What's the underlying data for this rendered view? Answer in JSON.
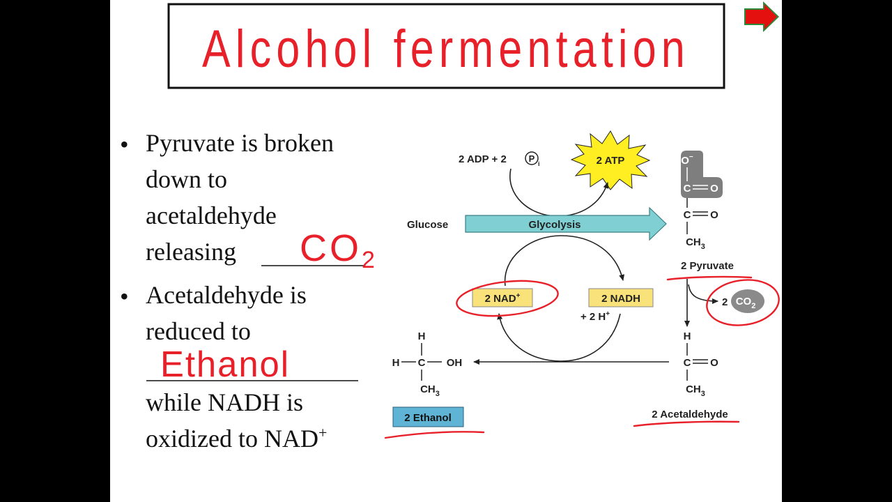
{
  "title": "Alcohol fermentation",
  "bullets": {
    "b1": {
      "l1": "Pyruvate is broken",
      "l2": "down to",
      "l3": "acetaldehyde",
      "l4": "releasing"
    },
    "b2": {
      "l1": "Acetaldehyde is",
      "l2": "reduced to",
      "l3": "while NADH is",
      "l4": "oxidized to NAD",
      "l4_sup": "+"
    }
  },
  "answers": {
    "co2": "CO",
    "co2_sub": "2",
    "ethanol": "Ethanol"
  },
  "diagram": {
    "adp": "2 ADP + 2",
    "pi": "P",
    "pi_sub": "i",
    "atp": "2 ATP",
    "glucose": "Glucose",
    "glycolysis": "Glycolysis",
    "nad": "2 NAD",
    "nad_sup": "+",
    "nadh": "2 NADH",
    "h_plus": "+ 2 H",
    "h_plus_sup": "+",
    "pyruvate": "2 Pyruvate",
    "co2_prefix": "2",
    "co2": "CO",
    "co2_sub": "2",
    "acetaldehyde": "2 Acetaldehyde",
    "ethanol": "2 Ethanol",
    "atoms": {
      "o_minus": "O",
      "minus": "−",
      "c": "C",
      "o": "O",
      "h": "H",
      "ch": "CH",
      "ch_sub": "3",
      "oh": "OH",
      "dbl": "="
    }
  },
  "colors": {
    "ink": "#e8202a",
    "atp": "#ffee22",
    "box": "#f9e27a",
    "glycolysis": "#7fcfd3",
    "ethanol_box": "#5fb4d6",
    "co2": "#8a8a8a"
  }
}
